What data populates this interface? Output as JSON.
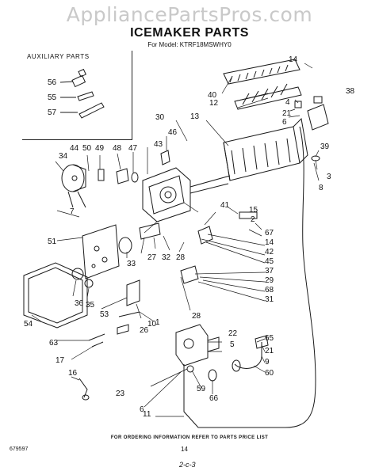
{
  "watermark": "AppliancePartsPros.com",
  "title": "ICEMAKER PARTS",
  "subtitle": "For Model: KTRF18MSWHY0",
  "auxiliary_label": "AUXILIARY PARTS",
  "footer": "FOR ORDERING INFORMATION REFER TO PARTS PRICE LIST",
  "code": "679597",
  "page_number": "14",
  "signature": "2-c-3",
  "callouts": [
    "56",
    "55",
    "57",
    "14",
    "40",
    "38",
    "12",
    "4",
    "21",
    "6",
    "13",
    "30",
    "46",
    "43",
    "47",
    "48",
    "49",
    "50",
    "44",
    "34",
    "39",
    "3",
    "8",
    "7",
    "51",
    "41",
    "15",
    "2",
    "67",
    "14",
    "42",
    "45",
    "37",
    "29",
    "68",
    "31",
    "28",
    "33",
    "27",
    "32",
    "28",
    "36",
    "35",
    "53",
    "1",
    "26",
    "54",
    "63",
    "17",
    "16",
    "22",
    "5",
    "65",
    "21",
    "9",
    "60",
    "23",
    "59",
    "66",
    "6",
    "11",
    "10"
  ]
}
